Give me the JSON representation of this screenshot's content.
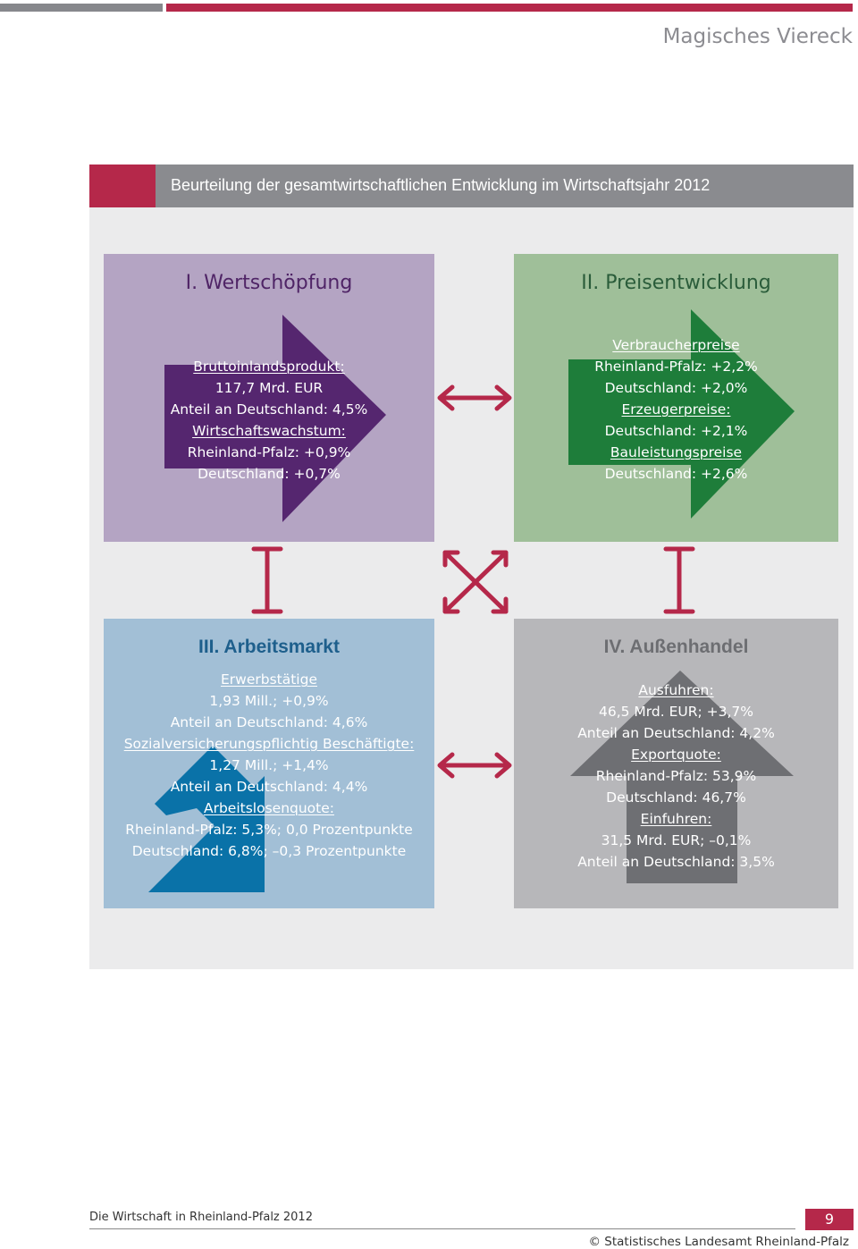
{
  "header": {
    "title": "Magisches Viereck"
  },
  "chart_title": "Beurteilung der gesamtwirtschaftlichen Entwicklung im Wirtschaftsjahr 2012",
  "colors": {
    "accent": "#b5284a",
    "gray": "#8a8b8f",
    "purple": "#55266f",
    "green": "#1e7d3a",
    "blue": "#0a72a8",
    "darkgray": "#6e6f73"
  },
  "quadrants": [
    {
      "title": "I. Wertschöpfung",
      "arrow": "right-arrow",
      "lines": [
        {
          "text": "Bruttoinlandsprodukt:",
          "underline": true
        },
        {
          "text": "117,7 Mrd. EUR",
          "underline": false
        },
        {
          "text": "Anteil an Deutschland: 4,5%",
          "underline": false
        },
        {
          "text": "Wirtschaftswachstum:",
          "underline": true
        },
        {
          "text": "Rheinland-Pfalz: +0,9%",
          "underline": false
        },
        {
          "text": "Deutschland: +0,7%",
          "underline": false
        }
      ]
    },
    {
      "title": "II. Preisentwicklung",
      "arrow": "right-arrow",
      "lines": [
        {
          "text": "Verbraucherpreise",
          "underline": true
        },
        {
          "text": "Rheinland-Pfalz: +2,2%",
          "underline": false
        },
        {
          "text": "Deutschland: +2,0%",
          "underline": false
        },
        {
          "text": "Erzeugerpreise:",
          "underline": true
        },
        {
          "text": "Deutschland: +2,1%",
          "underline": false
        },
        {
          "text": "Bauleistungspreise",
          "underline": true
        },
        {
          "text": "Deutschland: +2,6%",
          "underline": false
        }
      ]
    },
    {
      "title": "III. Arbeitsmarkt",
      "arrow": "down-arrow",
      "lines": [
        {
          "text": "Erwerbstätige",
          "underline": true
        },
        {
          "text": "1,93 Mill.; +0,9%",
          "underline": false
        },
        {
          "text": "Anteil an Deutschland: 4,6%",
          "underline": false
        },
        {
          "text": "Sozialversicherungspflichtig Beschäftigte:",
          "underline": true
        },
        {
          "text": "1,27 Mill.; +1,4%",
          "underline": false
        },
        {
          "text": "Anteil an Deutschland: 4,4%",
          "underline": false
        },
        {
          "text": "Arbeitslosenquote:",
          "underline": true
        },
        {
          "text": "Rheinland-Pfalz: 5,3%; 0,0 Prozentpunkte",
          "underline": false
        },
        {
          "text": "Deutschland: 6,8%; –0,3 Prozentpunkte",
          "underline": false
        }
      ]
    },
    {
      "title": "IV. Außenhandel",
      "arrow": "up-arrow",
      "lines": [
        {
          "text": "Ausfuhren:",
          "underline": true
        },
        {
          "text": "46,5 Mrd. EUR; +3,7%",
          "underline": false
        },
        {
          "text": "Anteil an Deutschland: 4,2%",
          "underline": false
        },
        {
          "text": "Exportquote:",
          "underline": true
        },
        {
          "text": "Rheinland-Pfalz: 53,9%",
          "underline": false
        },
        {
          "text": "Deutschland: 46,7%",
          "underline": false
        },
        {
          "text": "Einfuhren:",
          "underline": true
        },
        {
          "text": "31,5 Mrd. EUR; –0,1%",
          "underline": false
        },
        {
          "text": "Anteil an Deutschland: 3,5%",
          "underline": false
        }
      ]
    }
  ],
  "footer": {
    "publication": "Die Wirtschaft in Rheinland-Pfalz 2012",
    "page_number": "9",
    "copyright": "© Statistisches Landesamt Rheinland-Pfalz"
  }
}
